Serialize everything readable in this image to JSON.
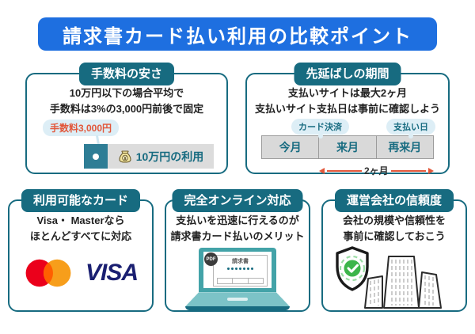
{
  "header": {
    "title": "請求書カード払い利用の比較ポイント"
  },
  "cards": {
    "fee": {
      "title": "手数料の安さ",
      "line1": "10万円以下の場合平均で",
      "line2": "手数料は3%の3,000円前後で固定",
      "bubble_label": "手数料3,000円",
      "bar_label": "10万円の利用"
    },
    "defer": {
      "title": "先延ばしの期間",
      "line1": "支払いサイトは最大2ヶ月",
      "line2": "支払いサイト支払日は事前に確認しよう",
      "marker_left": "カード決済",
      "marker_right": "支払い日",
      "months": [
        "今月",
        "来月",
        "再来月"
      ],
      "span_label": "2ヶ月"
    },
    "available_cards": {
      "title": "利用可能なカード",
      "line1": "Visa・ Masterなら",
      "line2": "ほとんどすべてに対応",
      "visa_label": "VISA"
    },
    "online": {
      "title": "完全オンライン対応",
      "line1": "支払いを迅速に行えるのが",
      "line2": "請求書カード払いのメリット",
      "pdf_badge": "PDF",
      "invoice_label": "請求書"
    },
    "trust": {
      "title": "運営会社の信頼度",
      "line1": "会社の規模や信頼性を",
      "line2": "事前に確認しておこう"
    }
  },
  "colors": {
    "teal": "#176b80",
    "header_blue": "#1e6fe0",
    "accent_orange": "#e2573a",
    "pale_blue": "#ddeef6",
    "timeline_gray": "#d9d9d9",
    "visa_blue": "#1a1f71",
    "mastercard_red": "#eb001b",
    "mastercard_orange": "#f79e1b",
    "mastercard_overlap": "#ff5f00",
    "check_green": "#3cb54a"
  }
}
